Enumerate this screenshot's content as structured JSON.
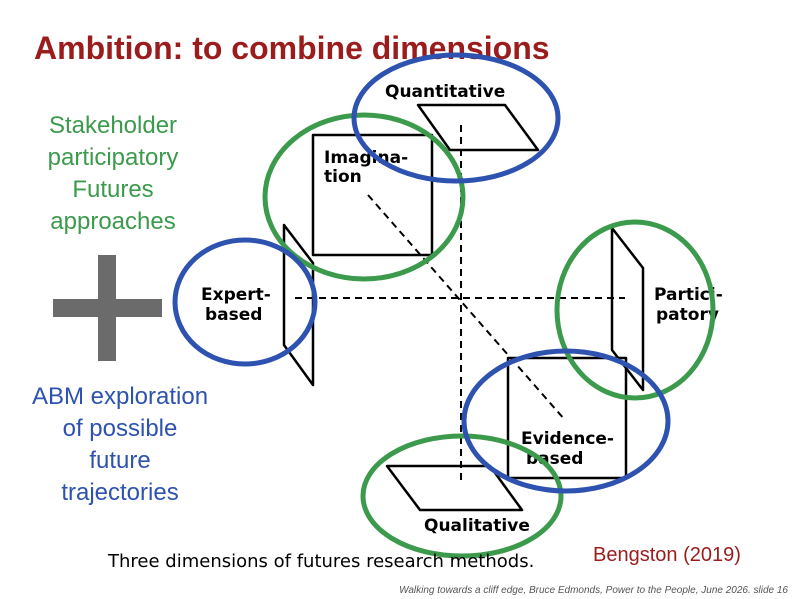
{
  "title": "Ambition: to combine dimensions",
  "left_top": [
    "Stakeholder",
    "participatory",
    "Futures",
    "approaches"
  ],
  "left_bottom": [
    "ABM exploration",
    "of possible",
    "future",
    "trajectories"
  ],
  "diagram": {
    "quantitative": "Quantitative",
    "qualitative": "Qualitative",
    "imagination": [
      "Imagina-",
      "tion"
    ],
    "evidence": [
      "Evidence-",
      "based"
    ],
    "expert": [
      "Expert-",
      "based"
    ],
    "participatory": [
      "Partici-",
      "patory"
    ],
    "colors": {
      "green": "#3c9a4c",
      "blue": "#2e52b0"
    }
  },
  "caption": "Three dimensions of futures research methods.",
  "credit": "Bengston (2019)",
  "footer": "Walking towards a cliff edge, Bruce Edmonds, Power to the People, June 2026.  slide  16"
}
